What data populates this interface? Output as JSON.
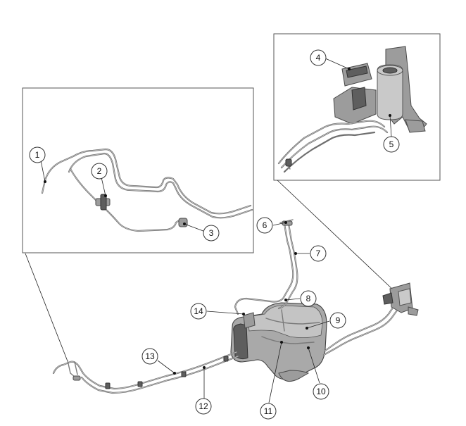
{
  "callouts": [
    {
      "id": "c1",
      "label": "1"
    },
    {
      "id": "c2",
      "label": "2"
    },
    {
      "id": "c3",
      "label": "3"
    },
    {
      "id": "c4",
      "label": "4"
    },
    {
      "id": "c5",
      "label": "5"
    },
    {
      "id": "c6",
      "label": "6"
    },
    {
      "id": "c7",
      "label": "7"
    },
    {
      "id": "c8",
      "label": "8"
    },
    {
      "id": "c9",
      "label": "9"
    },
    {
      "id": "c10",
      "label": "10"
    },
    {
      "id": "c11",
      "label": "11"
    },
    {
      "id": "c12",
      "label": "12"
    },
    {
      "id": "c13",
      "label": "13"
    },
    {
      "id": "c14",
      "label": "14"
    }
  ],
  "colors": {
    "part_fill": "#9c9c9c",
    "outline": "#333333",
    "background": "#ffffff"
  }
}
